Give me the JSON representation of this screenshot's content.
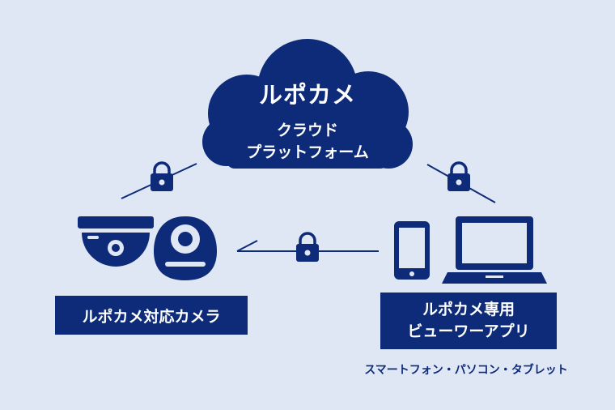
{
  "cloud": {
    "title": "ルポカメ",
    "subtitle_line1": "クラウド",
    "subtitle_line2": "プラットフォーム"
  },
  "camera_box": {
    "label": "ルポカメ対応カメラ"
  },
  "viewer_box": {
    "line1": "ルポカメ専用",
    "line2": "ビューワーアプリ"
  },
  "devices_caption": "スマートフォン・パソコン・タブレット",
  "colors": {
    "brand": "#0d2b78",
    "background": "#dfe7f5",
    "text_on_brand": "#ffffff"
  },
  "icons": [
    "cloud-icon",
    "lock-icon",
    "dome-camera-icon",
    "home-camera-icon",
    "smartphone-icon",
    "laptop-icon"
  ]
}
